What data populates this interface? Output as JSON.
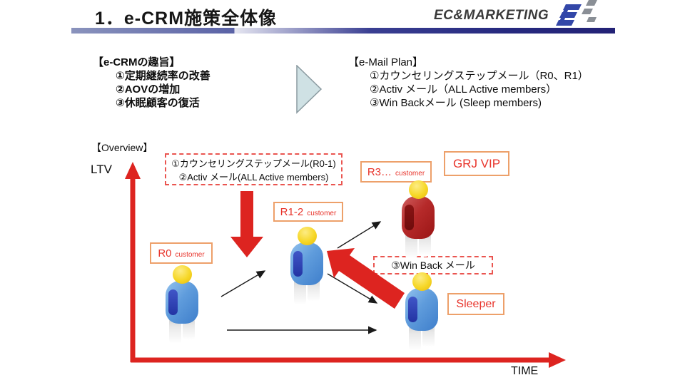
{
  "header": {
    "title": "1．e-CRM施策全体像",
    "logo_text": "EC&MARKETING"
  },
  "purpose": {
    "heading": "【e-CRMの趣旨】",
    "items": [
      "①定期継続率の改善",
      "②AOVの増加",
      "③休眠顧客の復活"
    ]
  },
  "mail_plan": {
    "heading": "【e-Mail Plan】",
    "items": [
      "①カウンセリングステップメール（R0、R1）",
      "②Activ メール（ALL Active members）",
      "③Win Backメール (Sleep members)"
    ]
  },
  "overview": {
    "heading": "【Overview】",
    "y_axis_label": "LTV",
    "x_axis_label": "TIME",
    "step_mail_note": [
      "①カウンセリングステップメール(R0-1)",
      "②Activ メール(ALL Active members)"
    ],
    "winback_note": "③Win Back メール",
    "boxes": {
      "r0": {
        "main": "R0",
        "sub": "customer"
      },
      "r12": {
        "main": "R1-2",
        "sub": "customer"
      },
      "r3": {
        "main": "R3…",
        "sub": "customer"
      },
      "vip": {
        "label": "GRJ VIP"
      },
      "sleeper": {
        "label": "Sleeper"
      }
    }
  },
  "colors": {
    "accent_red": "#dd2420",
    "box_border_orange": "#eda06a",
    "box_text_red": "#e8342b",
    "dashed_red": "#ea5550",
    "title_bar_navy": "#232276",
    "triangle_fill": "#cfe1e4",
    "person_blue": "#5f9cdc",
    "person_red": "#b62a2a",
    "person_head_yellow": "#f6d727"
  }
}
